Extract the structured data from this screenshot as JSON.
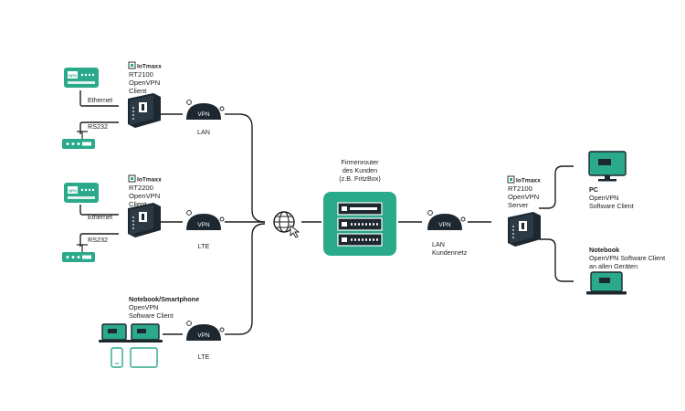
{
  "brand": "IoTmaxx",
  "clients": [
    {
      "model": "RT2100",
      "role1": "OpenVPN",
      "role2": "Client",
      "sps": "SPS",
      "eth": "Ethernet",
      "rs": "RS232",
      "vpn": "VPN",
      "link": "LAN"
    },
    {
      "model": "RT2200",
      "role1": "OpenVPN",
      "role2": "Client",
      "sps": "SPS",
      "eth": "Ethernet",
      "rs": "RS232",
      "vpn": "VPN",
      "link": "LTE"
    }
  ],
  "mobile": {
    "title": "Notebook/Smartphone",
    "line1": "OpenVPN",
    "line2": "Software Client",
    "vpn": "VPN",
    "link": "LTE"
  },
  "router": {
    "line1": "Firmenrouter",
    "line2": "des Kunden",
    "line3": "(z.B. FritzBox)"
  },
  "server_link": {
    "vpn": "VPN",
    "line1": "LAN",
    "line2": "Kundennetz"
  },
  "server": {
    "model": "RT2100",
    "role1": "OpenVPN",
    "role2": "Server"
  },
  "pc": {
    "title": "PC",
    "line1": "OpenVPN",
    "line2": "Software Client"
  },
  "notebook": {
    "title": "Notebook",
    "line1": "OpenVPN Software Client",
    "line2": "an allen Geräten"
  }
}
